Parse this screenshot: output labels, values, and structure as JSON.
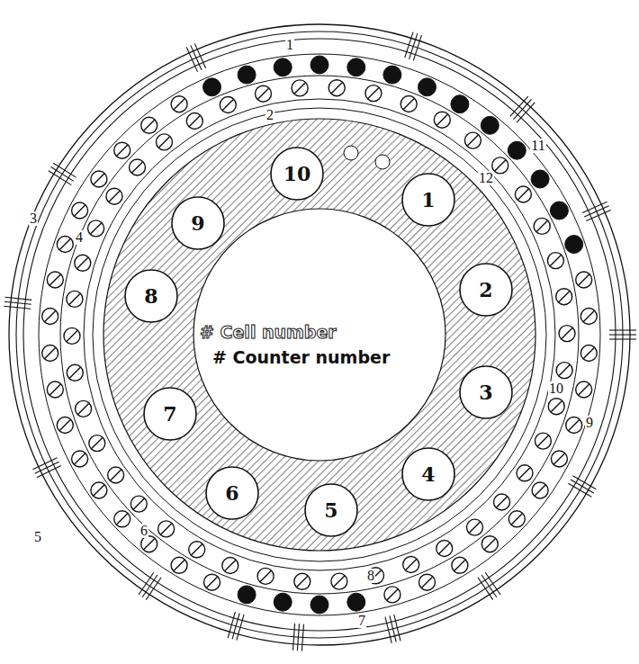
{
  "diagram": {
    "nodes": [
      {
        "text": [
          "1"
        ]
      },
      {
        "text": [
          "2"
        ]
      },
      {
        "text": [
          "3"
        ]
      },
      {
        "text": [
          "4"
        ]
      },
      {
        "text": [
          "5"
        ]
      },
      {
        "text": [
          "6"
        ]
      },
      {
        "text": [
          "7"
        ]
      },
      {
        "text": [
          "8"
        ]
      },
      {
        "text": [
          "9"
        ]
      },
      {
        "text": [
          "10"
        ]
      }
    ],
    "labels": [
      "1",
      "2",
      "3",
      "4",
      "5",
      "6",
      "7",
      "8",
      "9",
      "10",
      "11",
      "12"
    ],
    "legend": [
      {
        "text": "# Cell number"
      },
      {
        "text": "# Counter number"
      }
    ]
  }
}
